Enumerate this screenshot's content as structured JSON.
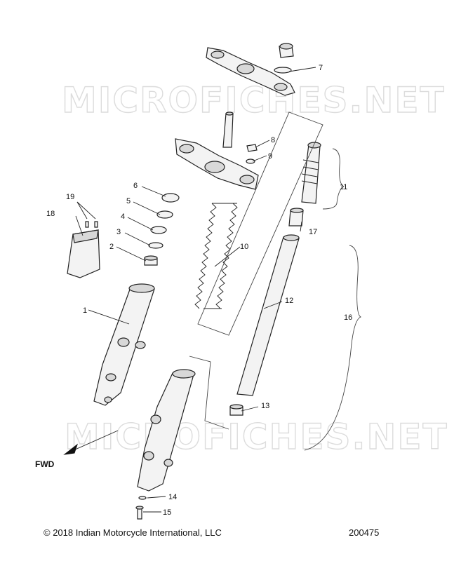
{
  "watermark": "MICROFICHES.NET",
  "fwd_label": "FWD",
  "copyright": "© 2018 Indian Motorcycle International, LLC",
  "diagram_number": "200475",
  "callouts": [
    "1",
    "2",
    "3",
    "4",
    "5",
    "6",
    "7",
    "8",
    "9",
    "10",
    "11",
    "12",
    "13",
    "14",
    "15",
    "16",
    "17",
    "18",
    "19"
  ]
}
